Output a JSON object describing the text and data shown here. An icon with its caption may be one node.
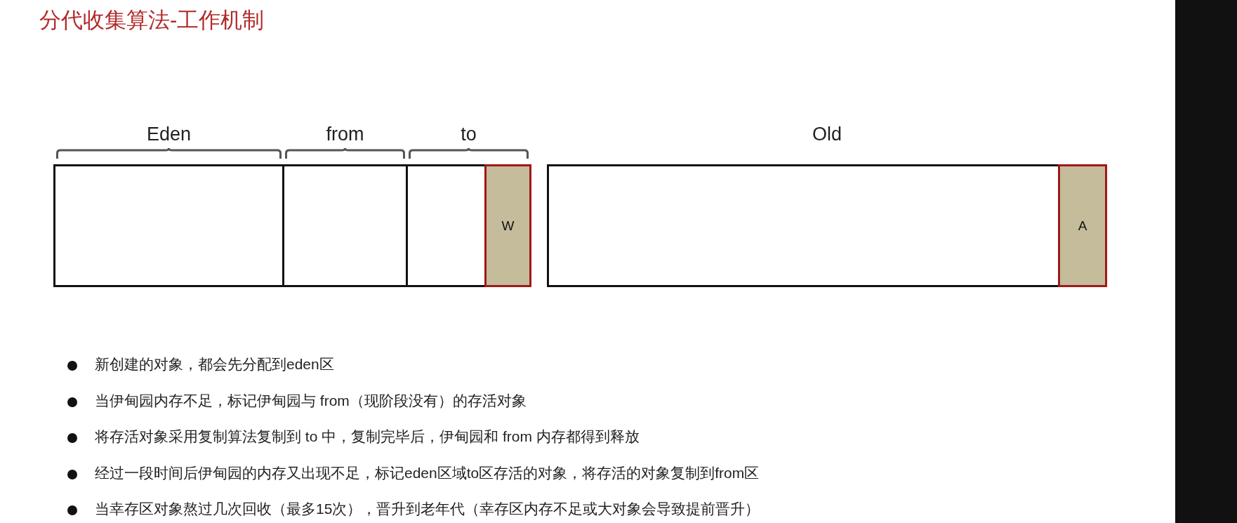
{
  "diagram": {
    "title": "分代收集算法-工作机制",
    "nodes": [
      {
        "text": [
          "Eden"
        ]
      },
      {
        "text": [
          "from"
        ]
      },
      {
        "text": [
          "to"
        ]
      },
      {
        "text": [
          "W"
        ],
        "in": 2
      },
      {
        "text": [
          "Old"
        ]
      },
      {
        "text": [
          "A"
        ],
        "in": 4
      }
    ],
    "edges": [],
    "labels": [
      "新创建的对象，都会先分配到eden区",
      "当伊甸园内存不足，标记伊甸园与 from（现阶段没有）的存活对象",
      "将存活对象采用复制算法复制到 to 中，复制完毕后，伊甸园和 from 内存都得到释放",
      "经过一段时间后伊甸园的内存又出现不足，标记eden区域to区存活的对象，将存活的对象复制到from区",
      "当幸存区对象熬过几次回收（最多15次），晋升到老年代（幸存区内存不足或大对象会导致提前晋升）"
    ]
  }
}
